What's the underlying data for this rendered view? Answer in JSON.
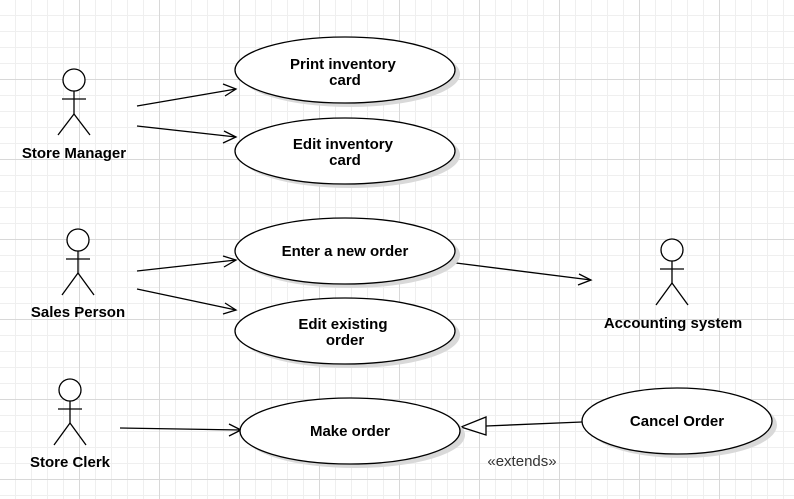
{
  "actors": {
    "store_manager": "Store Manager",
    "sales_person": "Sales Person",
    "store_clerk": "Store Clerk",
    "accounting_system": "Accounting system"
  },
  "use_cases": {
    "print_inventory_card": [
      "Print inventory",
      "card"
    ],
    "edit_inventory_card": [
      "Edit inventory",
      "card"
    ],
    "enter_new_order": [
      "Enter a new order"
    ],
    "edit_existing_order": [
      "Edit existing",
      "order"
    ],
    "make_order": [
      "Make order"
    ],
    "cancel_order": [
      "Cancel Order"
    ]
  },
  "relations": {
    "extends_label": "«extends»"
  },
  "colors": {
    "stroke": "#000000",
    "fill": "#ffffff",
    "shadow": "#d9d9d9"
  }
}
